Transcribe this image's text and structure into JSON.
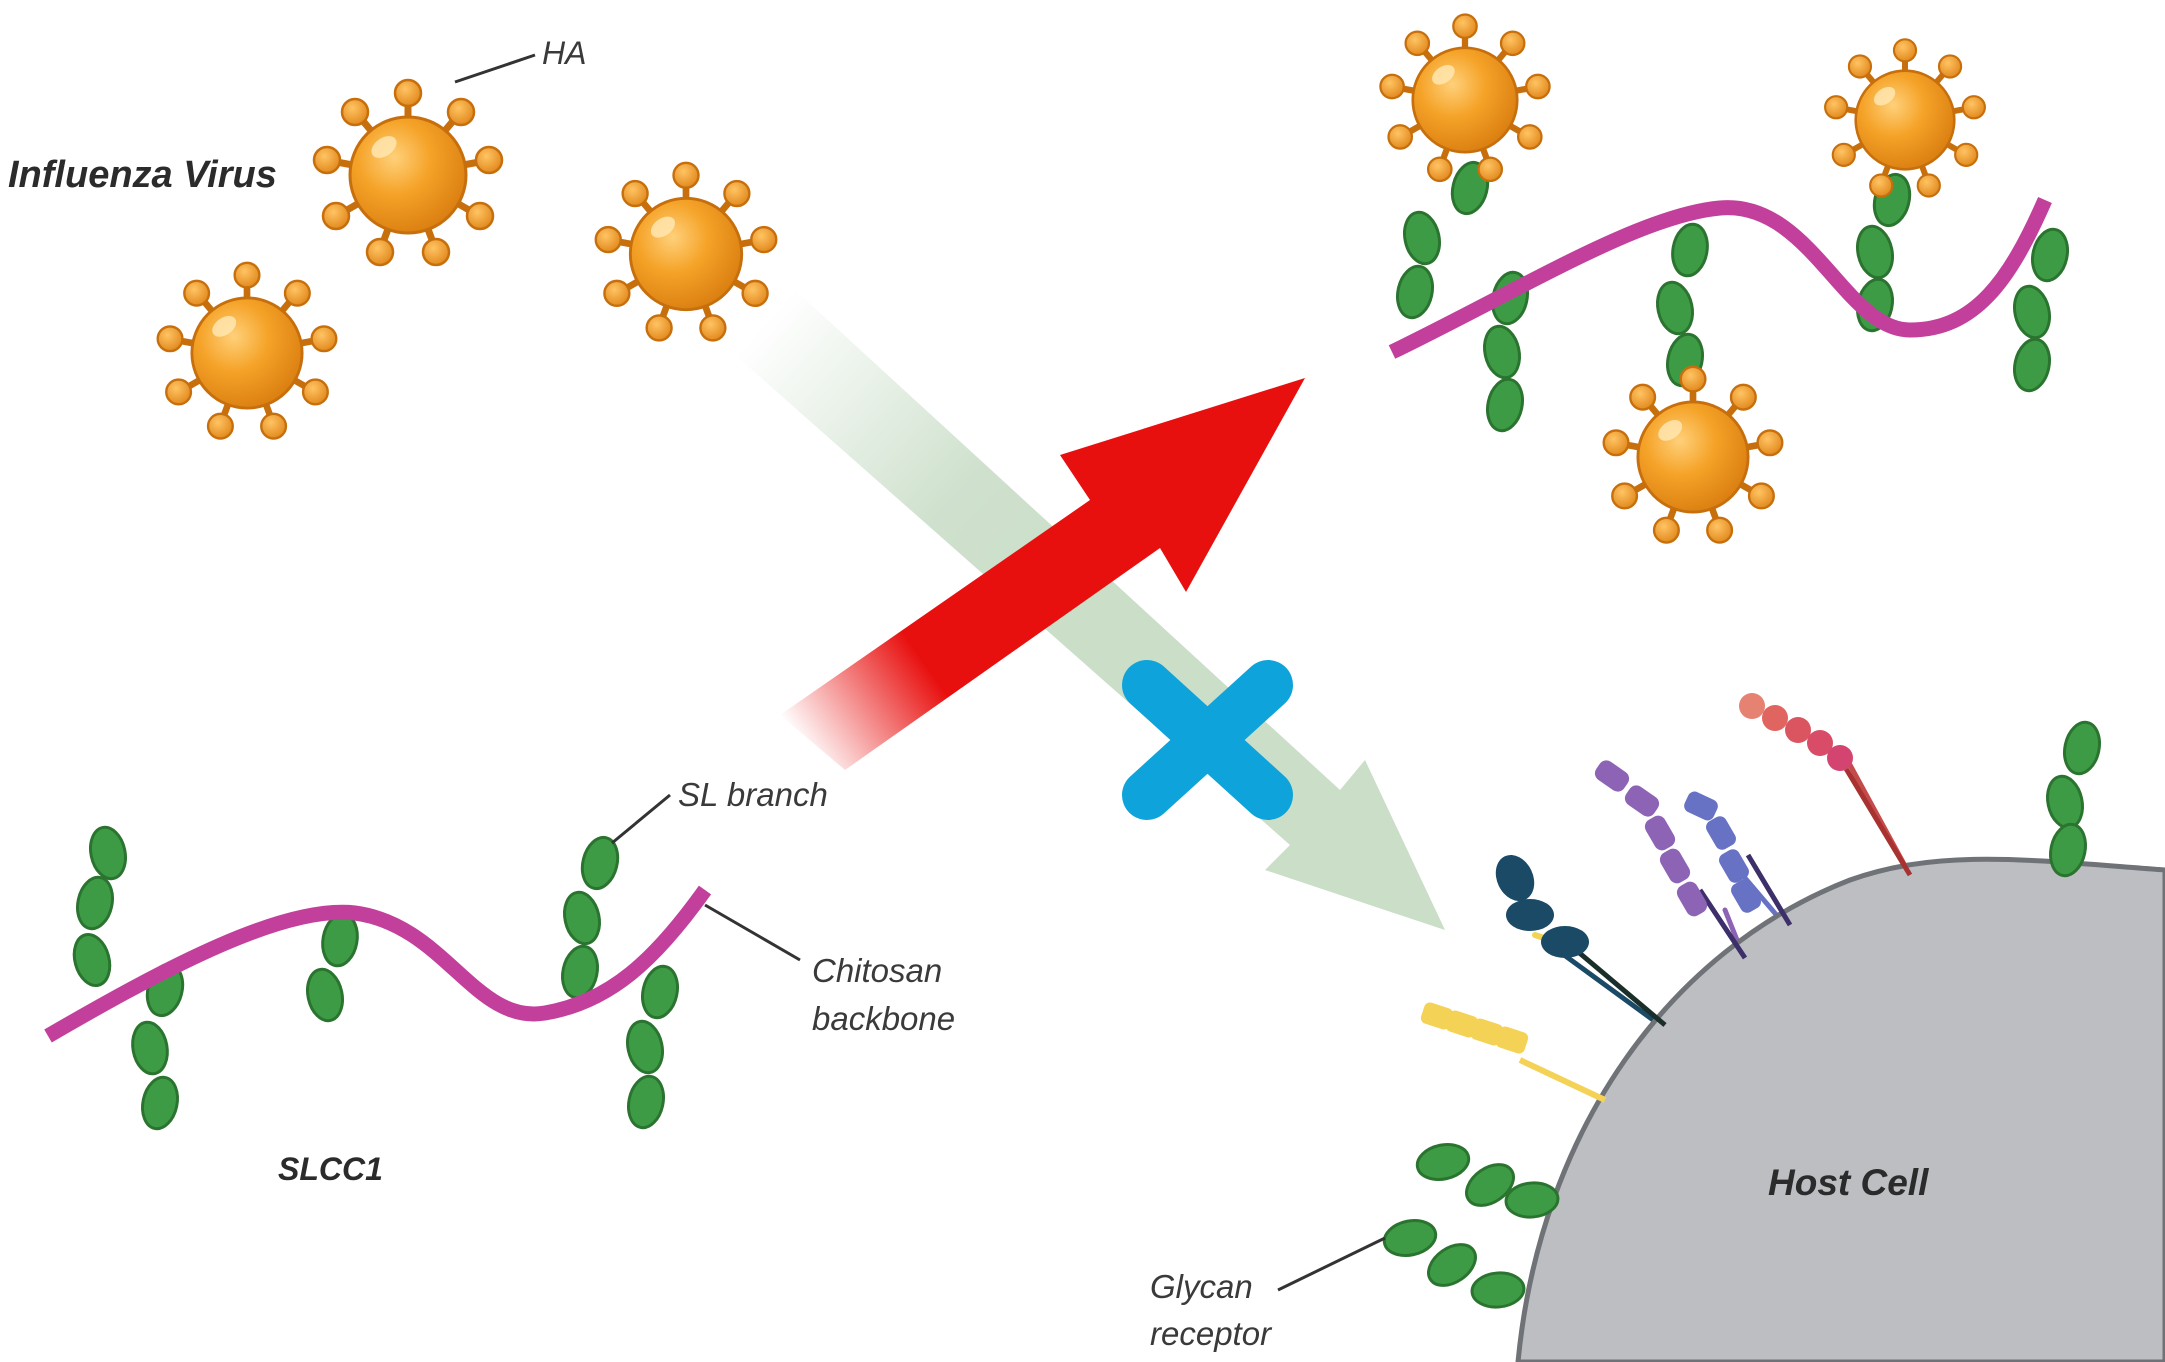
{
  "labels": {
    "influenza_virus": "Influenza Virus",
    "ha": "HA",
    "sl_branch": "SL branch",
    "chitosan_line1": "Chitosan",
    "chitosan_line2": "backbone",
    "slcc1": "SLCC1",
    "host_cell": "Host Cell",
    "glycan_line1": "Glycan",
    "glycan_line2": "receptor"
  },
  "colors": {
    "virus_body": "#f29a1f",
    "virus_stroke": "#c66f0c",
    "virus_spike": "#e98c17",
    "chitosan_backbone": "#c2409c",
    "glycan_unit": "#3e9b45",
    "glycan_stroke": "#2a7430",
    "host_cell": "#bcbec2",
    "host_cell_stroke": "#6f7276",
    "binding_arrow": "#e8100f",
    "blocked_arrow": "#c7dcc5",
    "block_cross": "#0ea3da",
    "receptor_dark_blue": "#1b4a67",
    "receptor_yellow": "#f4d255",
    "receptor_purple": "#8d63b5",
    "receptor_violet": "#6872c4",
    "receptor_coral": "#e0645f"
  },
  "icons": [
    "influenza-virus-icon",
    "sialyllactose-branch-icon",
    "chitosan-backbone-icon",
    "host-cell-icon",
    "glycan-receptor-icon",
    "block-cross-icon",
    "binding-arrow-icon",
    "blocked-arrow-icon"
  ]
}
